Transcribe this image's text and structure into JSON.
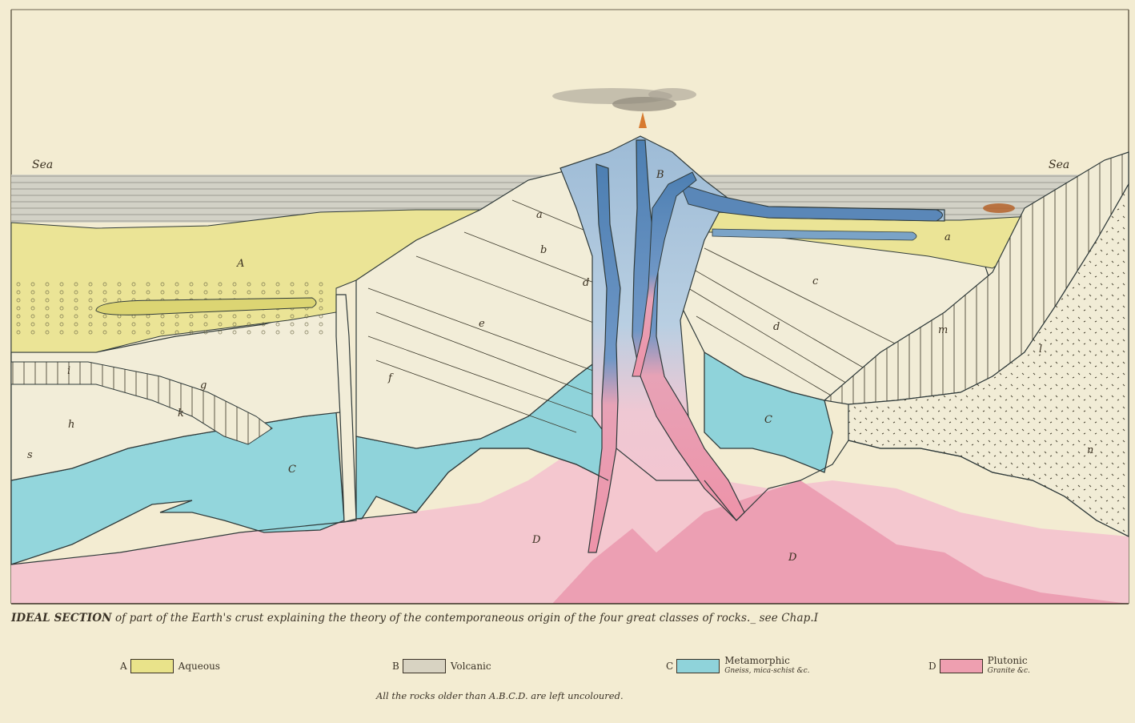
{
  "labels": {
    "sea_left": "Sea",
    "sea_right": "Sea",
    "A": "A",
    "B": "B",
    "C": "C",
    "D": "D",
    "a": "a",
    "b": "b",
    "c": "c",
    "d": "d",
    "e": "e",
    "f": "f",
    "g": "g",
    "h": "h",
    "i": "i",
    "k": "k",
    "m": "m",
    "l": "l",
    "n": "n",
    "s": "s"
  },
  "caption": {
    "title": "IDEAL SECTION",
    "text": "of part of the Earth's crust explaining the theory of the contemporaneous origin of the four great classes of rocks._ see Chap.I"
  },
  "legend": [
    {
      "key": "A",
      "name": "Aqueous",
      "sub": "",
      "color": "#e9e38a"
    },
    {
      "key": "B",
      "name": "Volcanic",
      "sub": "",
      "color": "#d8d3c2"
    },
    {
      "key": "C",
      "name": "Metamorphic",
      "sub": "Gneiss, mica-schist &c.",
      "color": "#8fd3da"
    },
    {
      "key": "D",
      "name": "Plutonic",
      "sub": "Granite &c.",
      "color": "#ee9fb0"
    }
  ],
  "footnote": "All the rocks older than A.B.C.D. are left uncoloured.",
  "colors": {
    "paper": "#f3ecd2",
    "sea": "#c9c9c2",
    "aqueous": "#e9e38a",
    "volcanic": "#7aa3c7",
    "metamorphic": "#8fd3da",
    "plutonic": "#ee9fb0"
  }
}
